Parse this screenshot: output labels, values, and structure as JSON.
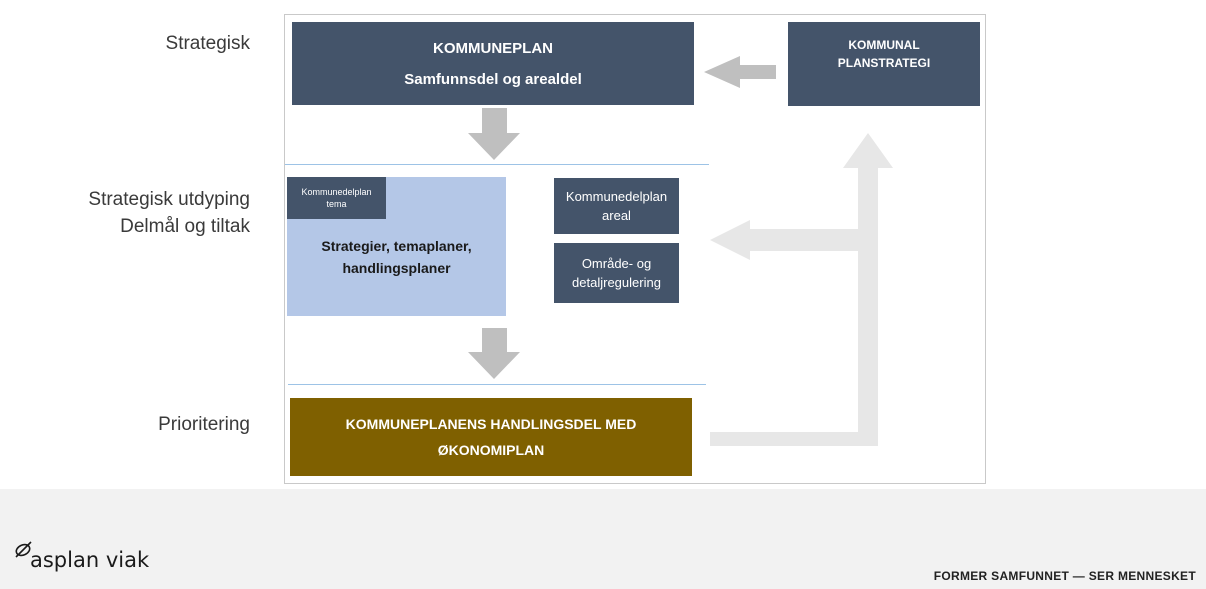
{
  "row_labels": {
    "strategic": "Strategisk",
    "strategic_elaboration": [
      "Strategisk utdyping",
      "Delmål og tiltak"
    ],
    "prioritization": "Prioritering"
  },
  "boxes": {
    "kommuneplan": {
      "title": "KOMMUNEPLAN",
      "subtitle": "Samfunnsdel og arealdel"
    },
    "planstrategi": {
      "lines": [
        "KOMMUNAL",
        "PLANSTRATEGI"
      ]
    },
    "kommunedelplan_tema": {
      "lines": [
        "Kommunedelplan",
        "tema"
      ]
    },
    "strategies": {
      "lines": [
        "Strategier, temaplaner,",
        "handlingsplaner"
      ]
    },
    "kommunedelplan_areal": {
      "lines": [
        "Kommunedelplan",
        "areal"
      ]
    },
    "omrade_regulering": {
      "lines": [
        "Område- og",
        "detaljregulering"
      ]
    },
    "handlingsdel": {
      "lines": [
        "KOMMUNEPLANENS HANDLINGSDEL MED",
        "ØKONOMIPLAN"
      ]
    }
  },
  "colors": {
    "dark_box": "#44546a",
    "light_box": "#b4c7e7",
    "handlingsdel_box": "#7f6000",
    "arrow_dark": "#bfbfbf",
    "arrow_light": "#e7e7e7",
    "divider": "#9dc3e6"
  },
  "footer": {
    "logo": "asplan viak",
    "tagline": "FORMER SAMFUNNET — SER MENNESKET"
  }
}
